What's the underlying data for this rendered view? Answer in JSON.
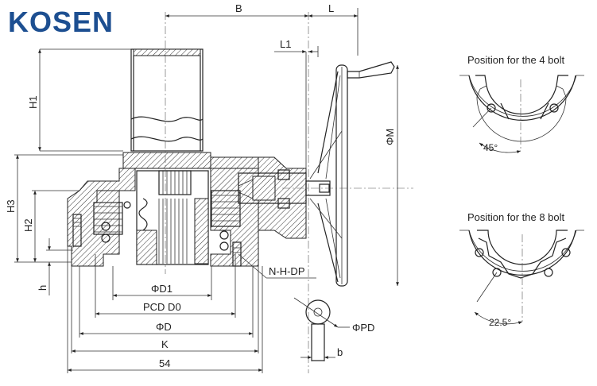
{
  "brand": {
    "name": "KOSEN",
    "color": "#1d4f91"
  },
  "dimensions": {
    "B": "B",
    "L": "L",
    "L1": "L1",
    "H1": "H1",
    "H2": "H2",
    "H3": "H3",
    "h": "h",
    "PHI_M": "ΦM",
    "PHI_D1": "ΦD1",
    "PCD_D0": "PCD D0",
    "PHI_D": "ΦD",
    "K": "K",
    "fifty_four": "54",
    "NHDP": "N-H-DP",
    "PHI_PD": "ΦPD",
    "b": "b"
  },
  "details": {
    "four_bolt": {
      "title": "Position for the 4 bolt",
      "angle": "45°"
    },
    "eight_bolt": {
      "title": "Position for the 8 bolt",
      "angle": "22.5°"
    }
  }
}
